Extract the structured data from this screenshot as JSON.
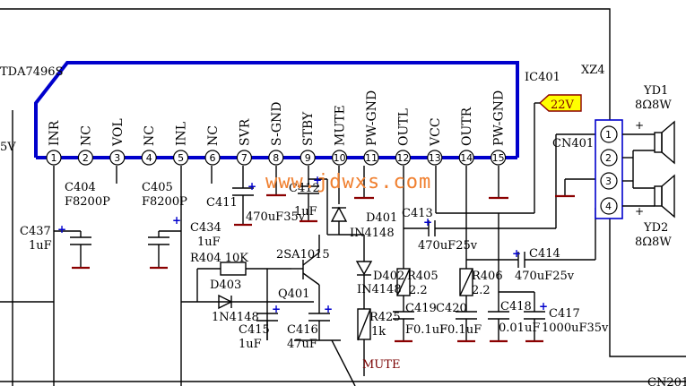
{
  "ic": {
    "name": "IC401",
    "part_number": "TDA7496S",
    "pins": [
      {
        "num": "1",
        "name": "INR"
      },
      {
        "num": "2",
        "name": "NC"
      },
      {
        "num": "3",
        "name": "VOL"
      },
      {
        "num": "4",
        "name": "NC"
      },
      {
        "num": "5",
        "name": "INL"
      },
      {
        "num": "6",
        "name": "NC"
      },
      {
        "num": "7",
        "name": "SVR"
      },
      {
        "num": "8",
        "name": "S-GND"
      },
      {
        "num": "9",
        "name": "STBY"
      },
      {
        "num": "10",
        "name": "MUTE"
      },
      {
        "num": "11",
        "name": "PW-GND"
      },
      {
        "num": "12",
        "name": "OUTL"
      },
      {
        "num": "13",
        "name": "VCC"
      },
      {
        "num": "14",
        "name": "OUTR"
      },
      {
        "num": "15",
        "name": "PW-GND"
      }
    ]
  },
  "supply_tag": "22V",
  "left_edge_text": "5V",
  "connectors": {
    "xz4": "XZ4",
    "cn401": "CN401",
    "cn401_pins": [
      "1",
      "2",
      "3",
      "4"
    ],
    "cn201": "CN201"
  },
  "speakers": {
    "yd1_name": "YD1",
    "yd1_spec": "8Ω8W",
    "yd2_name": "YD2",
    "yd2_spec": "8Ω8W"
  },
  "components": {
    "c404": "C404",
    "c404_value": "F8200P",
    "c405": "C405",
    "c405_value": "F8200P",
    "c437": "C437",
    "c437_value": "1uF",
    "c434": "C434",
    "c434_value": "1uF",
    "c411": "C411",
    "c411_value": "470uF35v",
    "c412": "C412",
    "c412_value": "1uF",
    "c413": "C413",
    "c413_value": "470uF25v",
    "c414": "C414",
    "c414_value": "470uF25v",
    "c415": "C415",
    "c415_value": "1uF",
    "c416": "C416",
    "c416_value": "47uF",
    "c417": "C417",
    "c417_value": "1000uF35v",
    "c418": "C418",
    "c418_value": "0.01uF",
    "c419": "C419",
    "c419_value": "F0.1uF",
    "c420": "C420",
    "c420_value": "F0.1uF",
    "r404": "R404 10K",
    "r405": "R405",
    "r405_value": "2.2",
    "r406": "R406",
    "r406_value": "2.2",
    "r425": "R425",
    "r425_value": "1k",
    "d401": "D401",
    "d401_part": "IN4148",
    "d402": "D402",
    "d402_part": "IN4148",
    "d403": "D403",
    "d403_part": "1N4148",
    "q401": "Q401",
    "q401_part": "2SA1015"
  },
  "nets": {
    "mute": "MUTE"
  },
  "watermark": "www.jdwxs.com"
}
